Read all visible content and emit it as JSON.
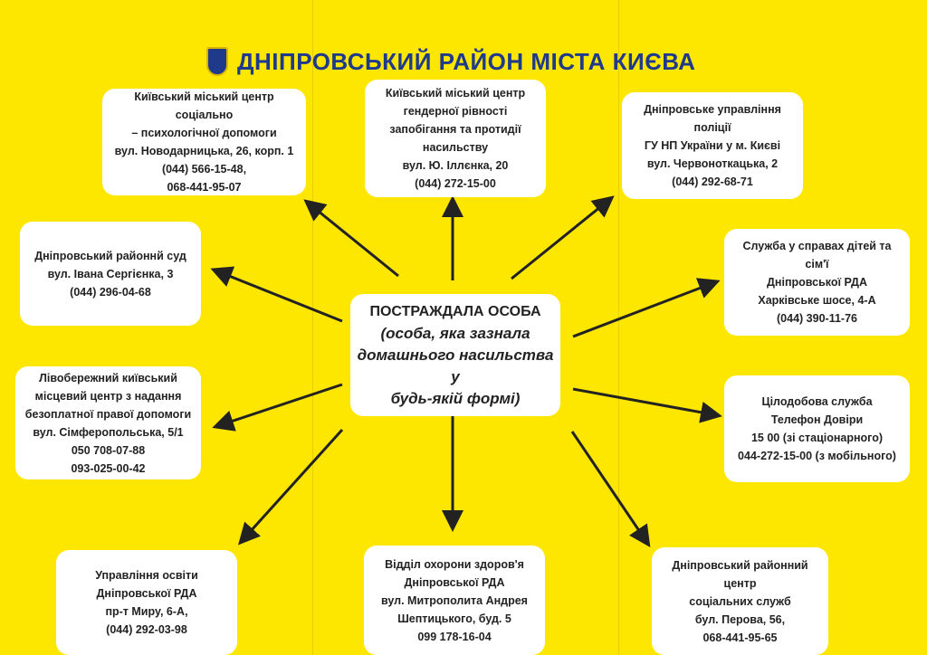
{
  "title": "ДНІПРОВСЬКИЙ РАЙОН МІСТА КИЄВА",
  "center": {
    "heading": "ПОСТРАЖДАЛА ОСОБА",
    "lines": [
      "(особа, яка зазнала",
      "домашнього насильства у",
      "будь-якій формі)"
    ]
  },
  "boxes": [
    {
      "lines": [
        "Київський міський центр соціально",
        "– психологічної допомоги",
        "вул. Новодарницька, 26, корп. 1",
        "(044) 566-15-48,",
        "068-441-95-07"
      ]
    },
    {
      "lines": [
        "Київський міський центр",
        "гендерної рівності",
        "запобігання та протидії",
        "насильству",
        "вул. Ю. Іллєнка, 20",
        "(044) 272-15-00"
      ]
    },
    {
      "lines": [
        "Дніпровське управління поліції",
        "ГУ НП України у м. Києві",
        "вул. Червоноткацька, 2",
        "(044) 292-68-71"
      ]
    },
    {
      "lines": [
        "Дніпровський районнй суд",
        "вул. Івана Сергієнка, 3",
        "(044) 296-04-68"
      ]
    },
    {
      "lines": [
        "Служба у справах дітей та сім'ї",
        "Дніпровської РДА",
        "Харківське шосе, 4-А",
        "(044) 390-11-76"
      ]
    },
    {
      "lines": [
        "Лівобережний київський",
        "місцевий центр з надання",
        "безоплатної правої допомоги",
        "вул. Сімферопольська, 5/1",
        "050 708-07-88",
        "093-025-00-42"
      ]
    },
    {
      "lines": [
        "Цілодобова служба",
        "Телефон Довіри",
        "15 00 (зі стаціонарного)",
        "044-272-15-00 (з мобільного)"
      ]
    },
    {
      "lines": [
        "Управління освіти",
        "Дніпровської РДА",
        "пр-т Миру, 6-А,",
        "(044) 292-03-98"
      ]
    },
    {
      "lines": [
        "Відділ охорони здоров'я",
        "Дніпровської РДА",
        "вул. Митрополита Андрея",
        "Шептицького, буд. 5",
        "099 178-16-04"
      ]
    },
    {
      "lines": [
        "Дніпровський районний центр",
        "соціальних служб",
        "бул. Перова, 56,",
        "068-441-95-65"
      ]
    }
  ],
  "colors": {
    "background": "#fde600",
    "title": "#1f3a8a",
    "arrow": "#222222"
  }
}
